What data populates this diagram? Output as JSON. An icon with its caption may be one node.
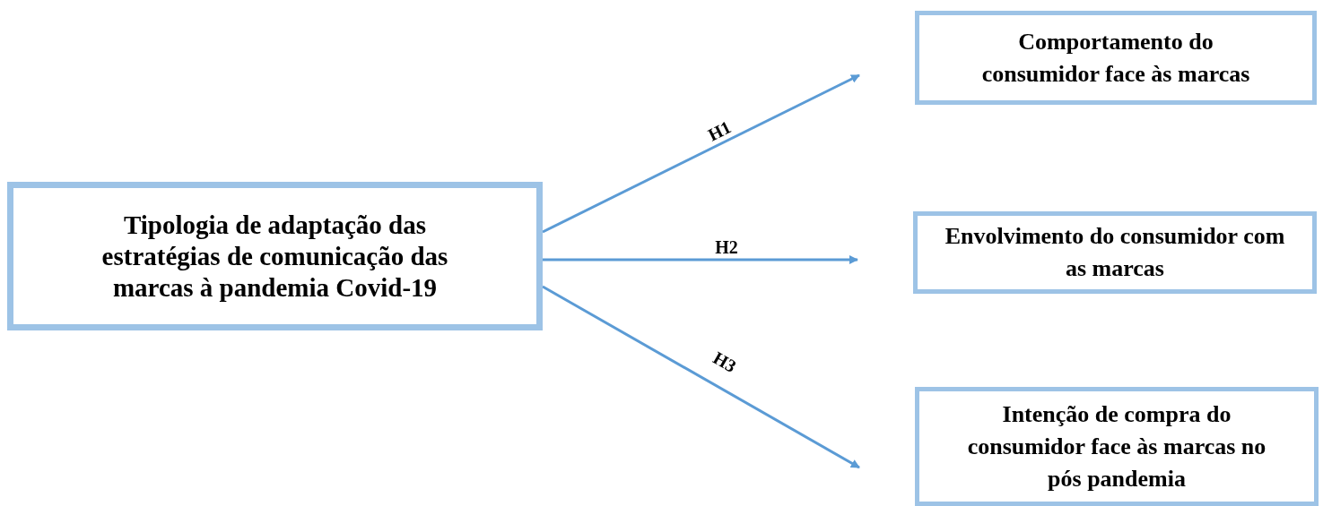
{
  "diagram": {
    "nodes": [
      {
        "text": [
          "Tipologia de adaptação das estratégias de comunicação das marcas à pandemia Covid-19"
        ]
      },
      {
        "text": [
          "Comportamento do consumidor face às marcas"
        ]
      },
      {
        "text": [
          "Envolvimento do consumidor com as marcas"
        ]
      },
      {
        "text": [
          "Intenção de compra do consumidor face às marcas no pós pandemia"
        ]
      }
    ],
    "edges": [
      {
        "from": 0,
        "to": 1,
        "arrow": "to",
        "label": "H1"
      },
      {
        "from": 0,
        "to": 2,
        "arrow": "to",
        "label": "H2"
      },
      {
        "from": 0,
        "to": 3,
        "arrow": "to",
        "label": "H3"
      }
    ]
  }
}
